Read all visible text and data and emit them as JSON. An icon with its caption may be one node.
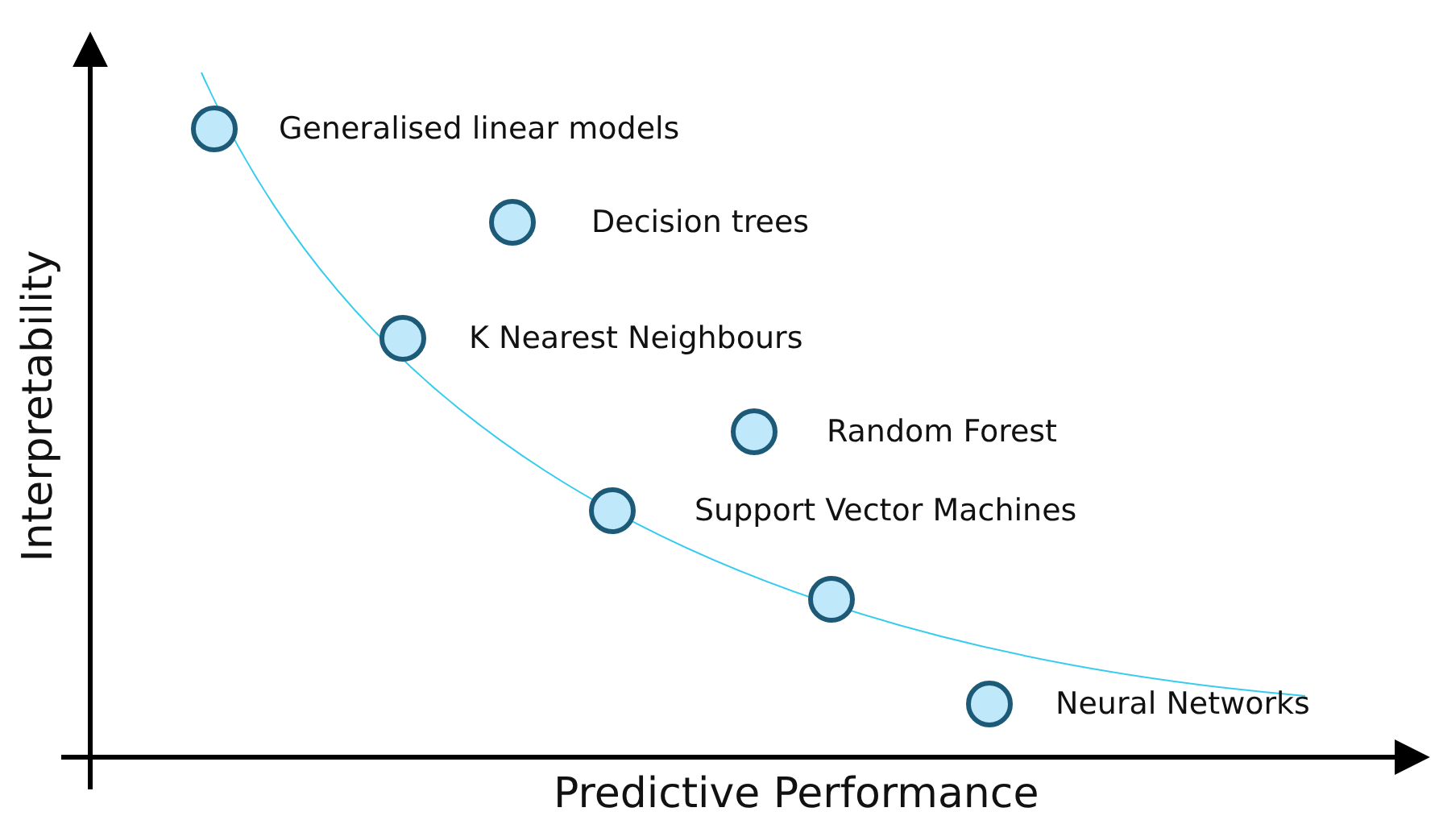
{
  "diagram": {
    "nodes": [
      {
        "text": [],
        "shape": "circle",
        "beside": [
          "Generalised linear models"
        ]
      },
      {
        "text": [],
        "shape": "circle",
        "beside": [
          "Decision trees"
        ]
      },
      {
        "text": [],
        "shape": "circle",
        "beside": [
          "K Nearest Neighbours"
        ]
      },
      {
        "text": [],
        "shape": "circle",
        "beside": [
          "Random Forest"
        ]
      },
      {
        "text": [],
        "shape": "circle",
        "beside": [
          "Support Vector Machines"
        ]
      },
      {
        "text": [],
        "shape": "circle"
      },
      {
        "text": [],
        "shape": "circle",
        "beside": [
          "Neural Networks"
        ]
      }
    ],
    "labels": [
      "Interpretability",
      "Predictive Performance"
    ]
  }
}
